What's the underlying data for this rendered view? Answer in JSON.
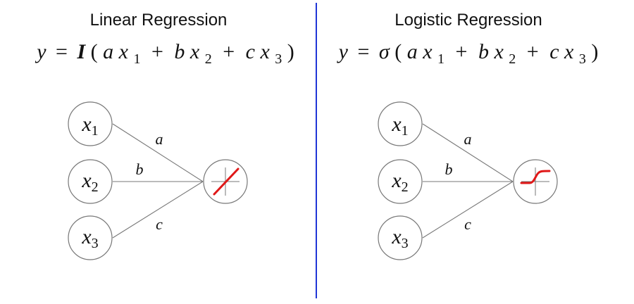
{
  "colors": {
    "divider": "#1f35d6",
    "activation": "#e01818",
    "node_stroke": "#777777"
  },
  "panels": [
    {
      "title": "Linear Regression",
      "formula": {
        "lhs": "y",
        "equals": "=",
        "func": "I",
        "open": "(",
        "term1_coef": "a",
        "term1_var": "x",
        "term1_sub": "1",
        "plus1": "+",
        "term2_coef": "b",
        "term2_var": "x",
        "term2_sub": "2",
        "plus2": "+",
        "term3_coef": "c",
        "term3_var": "x",
        "term3_sub": "3",
        "close": ")"
      },
      "inputs": [
        {
          "var": "x",
          "sub": "1"
        },
        {
          "var": "x",
          "sub": "2"
        },
        {
          "var": "x",
          "sub": "3"
        }
      ],
      "weights": [
        "a",
        "b",
        "c"
      ],
      "activation": "linear-identity-icon"
    },
    {
      "title": "Logistic Regression",
      "formula": {
        "lhs": "y",
        "equals": "=",
        "func": "σ",
        "open": "(",
        "term1_coef": "a",
        "term1_var": "x",
        "term1_sub": "1",
        "plus1": "+",
        "term2_coef": "b",
        "term2_var": "x",
        "term2_sub": "2",
        "plus2": "+",
        "term3_coef": "c",
        "term3_var": "x",
        "term3_sub": "3",
        "close": ")"
      },
      "inputs": [
        {
          "var": "x",
          "sub": "1"
        },
        {
          "var": "x",
          "sub": "2"
        },
        {
          "var": "x",
          "sub": "3"
        }
      ],
      "weights": [
        "a",
        "b",
        "c"
      ],
      "activation": "sigmoid-icon"
    }
  ]
}
